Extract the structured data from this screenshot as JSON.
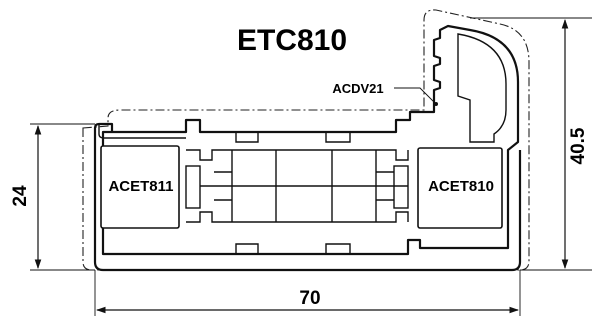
{
  "drawing": {
    "title": "ETC810",
    "parts": {
      "left_profile": "ACET811",
      "right_profile": "ACET810",
      "gasket_callout": "ACDV21"
    },
    "dimensions": {
      "width": "70",
      "left_height": "24",
      "right_height": "40.5"
    }
  }
}
